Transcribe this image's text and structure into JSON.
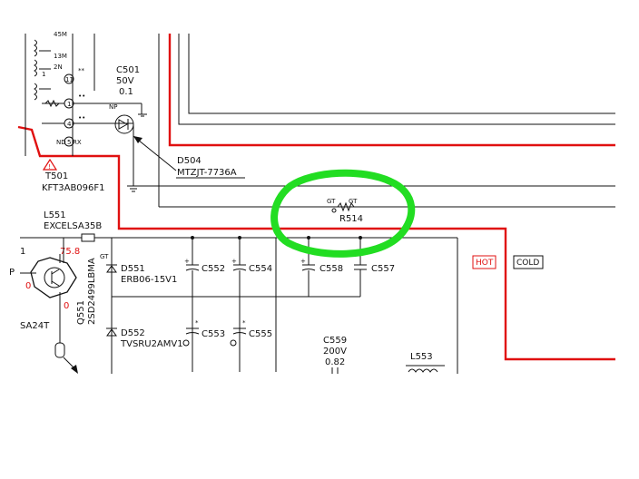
{
  "labels": {
    "c501_name": "C501",
    "c501_v": "50V",
    "c501_c": "0.1",
    "np": "NP",
    "d504_name": "D504",
    "d504_part": "MTZJT-7736A",
    "t501_name": "T501",
    "t501_part": "KFT3AB096F1",
    "l551_name": "L551",
    "l551_part": "EXCELSA35B",
    "v_758": "75.8",
    "p_pin": "P",
    "zero_a": "0",
    "zero_b": "0",
    "sa24t": "SA24T",
    "q551_name": "Q551",
    "q551_part": "2SD2499LBMA",
    "d551_name": "D551",
    "d551_part": "ERB06-15V1",
    "d552_name": "D552",
    "d552_part": "TVSRU2AMV1",
    "c552": "C552",
    "c553": "C553",
    "c554": "C554",
    "c555": "C555",
    "c557": "C557",
    "c558": "C558",
    "c559_name": "C559",
    "c559_v": "200V",
    "c559_c": "0.82",
    "l553": "L553",
    "r514": "R514",
    "gt": "GT",
    "nd": "ND",
    "rx": "RX",
    "pin_11": "11",
    "pin_1": "1",
    "pin_4": "4",
    "pin_5": "5",
    "t_45m": "45M",
    "t_13m": "13M",
    "t_2n": "2N",
    "pin_l1": "1",
    "hot": "HOT",
    "cold": "COLD"
  },
  "colors": {
    "hot_line": "#e01010",
    "highlight": "#22dd22",
    "ink": "#111111"
  }
}
